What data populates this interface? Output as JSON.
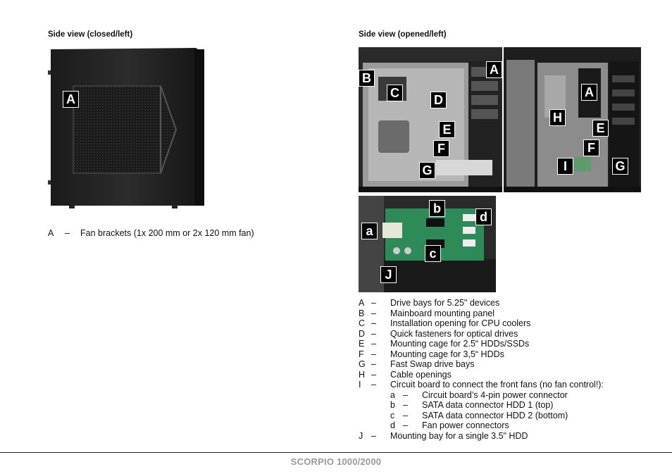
{
  "left_heading": "Side view (closed/left)",
  "right_heading": "Side view (opened/left)",
  "closed_markers": {
    "a": "A"
  },
  "opened_markers": {
    "a1": "A",
    "b": "B",
    "c": "C",
    "d": "D",
    "e1": "E",
    "f1": "F",
    "g1": "G",
    "a2": "A",
    "h": "H",
    "e2": "E",
    "f2": "F",
    "i": "I",
    "g2": "G"
  },
  "board_markers": {
    "a": "a",
    "b": "b",
    "c": "c",
    "d": "d",
    "j": "J"
  },
  "left_legend": [
    {
      "key": "A",
      "dash": "–",
      "text": "Fan brackets (1x 200 mm or 2x 120 mm fan)"
    }
  ],
  "right_legend": [
    {
      "key": "A",
      "dash": "–",
      "text": "Drive bays for 5.25\" devices"
    },
    {
      "key": "B",
      "dash": "–",
      "text": "Mainboard mounting panel"
    },
    {
      "key": "C",
      "dash": "–",
      "text": "Installation opening for CPU coolers"
    },
    {
      "key": "D",
      "dash": "–",
      "text": "Quick fasteners for optical drives"
    },
    {
      "key": "E",
      "dash": "–",
      "text": "Mounting cage for 2.5“ HDDs/SSDs"
    },
    {
      "key": "F",
      "dash": "–",
      "text": "Mounting cage for 3,5“ HDDs"
    },
    {
      "key": "G",
      "dash": "–",
      "text": "Fast Swap drive bays"
    },
    {
      "key": "H",
      "dash": "–",
      "text": "Cable openings"
    },
    {
      "key": "I",
      "dash": "–",
      "text": "Circuit board to connect the front fans (no fan control!):"
    }
  ],
  "right_legend_sub": [
    {
      "key": "a",
      "dash": "–",
      "text": "Circuit board’s 4-pin power connector"
    },
    {
      "key": "b",
      "dash": "–",
      "text": "SATA data connector HDD 1 (top)"
    },
    {
      "key": "c",
      "dash": "–",
      "text": "SATA data connector HDD 2 (bottom)"
    },
    {
      "key": "d",
      "dash": "–",
      "text": "Fan power connectors"
    }
  ],
  "right_legend_last": {
    "key": "J",
    "dash": "–",
    "text": "Mounting bay for a single 3.5\" HDD"
  },
  "footer": "SCORPIO 1000/2000"
}
